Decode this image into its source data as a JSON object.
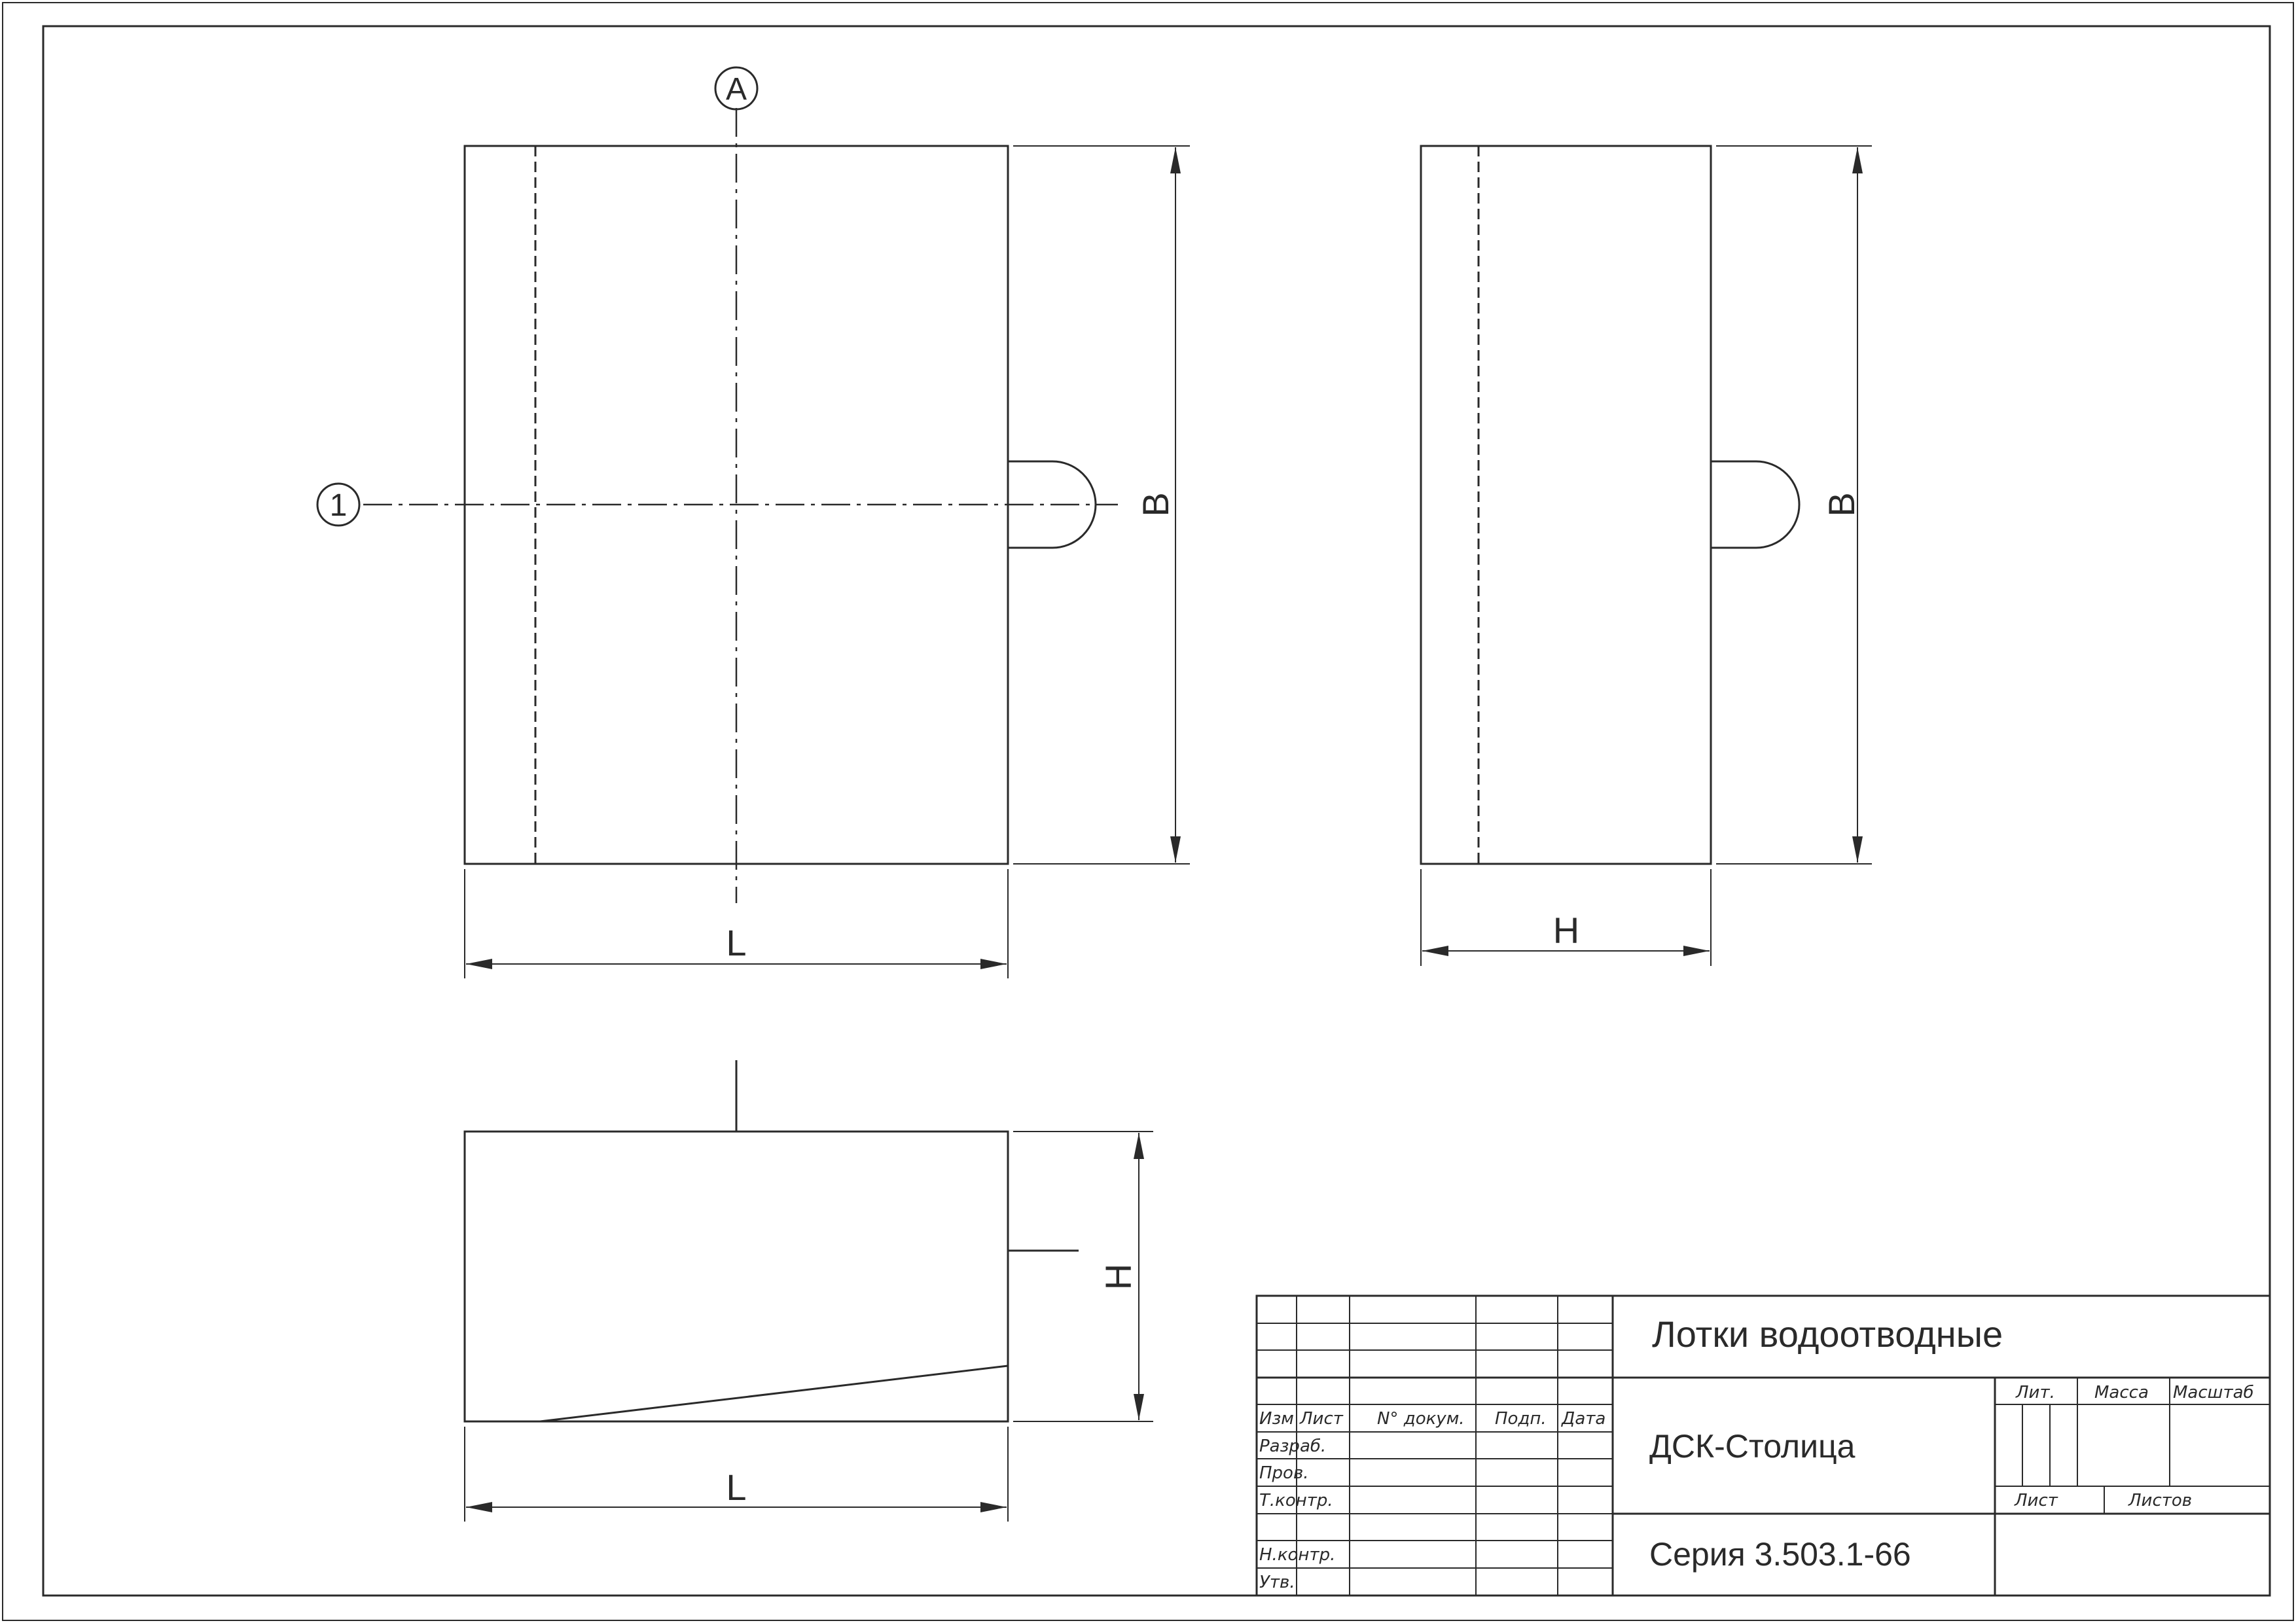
{
  "drawing": {
    "axis_label_vertical": "A",
    "axis_label_horizontal": "1",
    "views": {
      "plan": {
        "dim_width": "L",
        "dim_height": "B"
      },
      "side": {
        "dim_width": "H",
        "dim_height": "B"
      },
      "front": {
        "dim_width": "L",
        "dim_height": "H"
      }
    }
  },
  "title_block": {
    "title": "Лотки водоотводные",
    "organization": "ДСК-Столица",
    "series": "Серия 3.503.1-66",
    "revision_headers": {
      "change": "Изм",
      "sheet": "Лист",
      "doc_number": "N° докум.",
      "signature": "Подп.",
      "date": "Дата"
    },
    "signature_rows": {
      "developed": "Разраб.",
      "checked": "Пров.",
      "tech_control": "Т.контр.",
      "norm_control": "Н.контр.",
      "approved": "Утв."
    },
    "info_headers": {
      "letter": "Лит.",
      "mass": "Масса",
      "scale": "Масштаб",
      "sheet": "Лист",
      "sheets": "Листов"
    }
  },
  "colors": {
    "line": "#2a2a2a",
    "paper": "#ffffff"
  }
}
